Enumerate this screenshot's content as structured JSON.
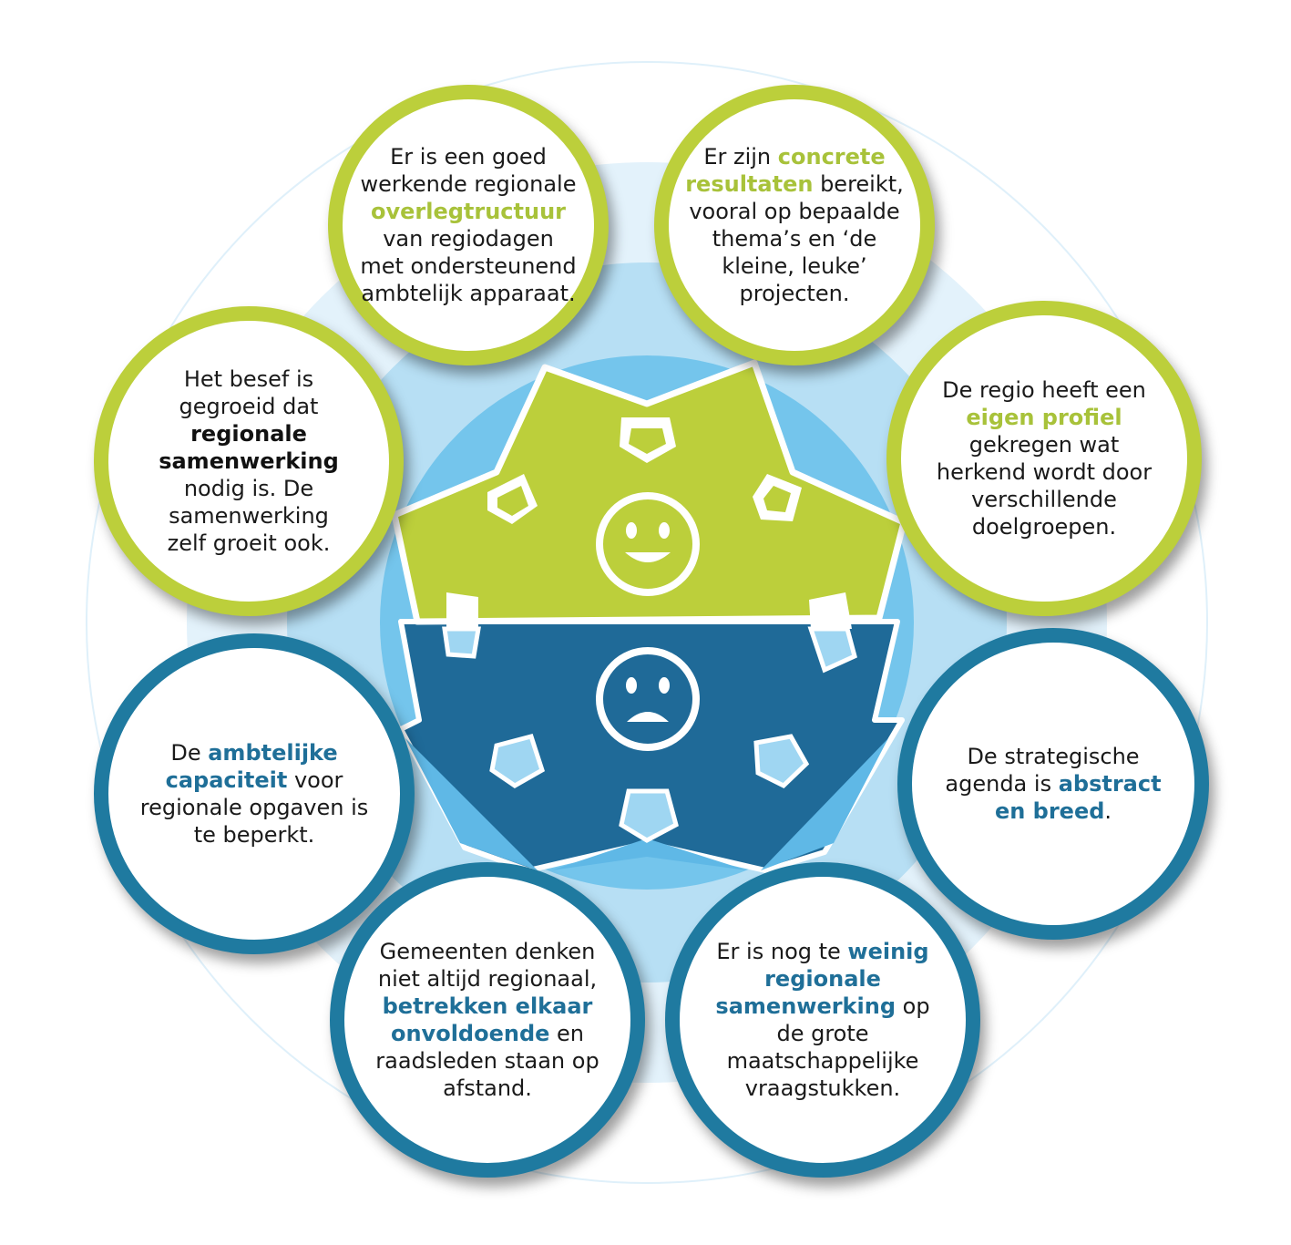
{
  "positive": [
    {
      "id": "overlegstructuur",
      "segments": [
        {
          "t": "Er is een goed werkende regionale "
        },
        {
          "t": "overlegtructuur",
          "b": true
        },
        {
          "t": " van regiodagen met ondersteunend ambtelijk apparaat."
        }
      ]
    },
    {
      "id": "resultaten",
      "segments": [
        {
          "t": "Er zijn "
        },
        {
          "t": "concrete resultaten",
          "b": true
        },
        {
          "t": " bereikt, vooral op bepaalde thema’s en ‘de kleine, leuke’ projecten."
        }
      ]
    },
    {
      "id": "besef",
      "segments": [
        {
          "t": "Het besef is gegroeid dat "
        },
        {
          "t": "regionale samenwerking",
          "b": true,
          "dark": true
        },
        {
          "t": " nodig is. De samenwerking zelf groeit ook."
        }
      ]
    },
    {
      "id": "profiel",
      "segments": [
        {
          "t": "De regio heeft een "
        },
        {
          "t": "eigen profiel",
          "b": true
        },
        {
          "t": " gekregen wat herkend wordt door verschillende doelgroepen."
        }
      ]
    }
  ],
  "negative": [
    {
      "id": "capaciteit",
      "segments": [
        {
          "t": "De "
        },
        {
          "t": "ambtelijke capaciteit",
          "b": true
        },
        {
          "t": " voor regionale opgaven is te beperkt."
        }
      ]
    },
    {
      "id": "agenda",
      "segments": [
        {
          "t": "De strategische agenda is "
        },
        {
          "t": "abstract en breed",
          "b": true
        },
        {
          "t": "."
        }
      ]
    },
    {
      "id": "gemeenten",
      "segments": [
        {
          "t": "Gemeenten denken niet altijd regionaal, "
        },
        {
          "t": "betrekken elkaar onvoldoende",
          "b": true
        },
        {
          "t": " en raadsleden staan op afstand."
        }
      ]
    },
    {
      "id": "weinig",
      "segments": [
        {
          "t": "Er is nog te "
        },
        {
          "t": "weinig regionale samenwerking",
          "b": true
        },
        {
          "t": " op de grote maatschappelijke vraagstukken."
        }
      ]
    }
  ],
  "icons": {
    "positive": "smiley-face-icon",
    "negative": "sad-face-icon"
  },
  "colors": {
    "green": "#bccf3b",
    "green_text": "#a8c23a",
    "dark_blue": "#1f6a98",
    "circle_blue": "#1f7aa0",
    "light_blue": "#72c3ea",
    "pale_blue": "#c9e6f6"
  }
}
